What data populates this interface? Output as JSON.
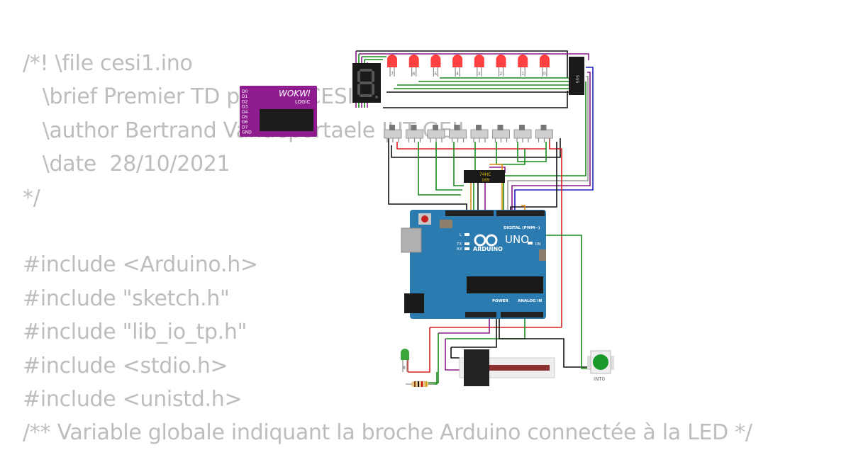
{
  "code_lines": [
    "/*! \\file cesi1.ino",
    "   \\brief Premier TD pour le CESI",
    "   \\author Bertrand Vandeportaele IUT GEII",
    "   \\date  28/10/2021",
    "*/",
    "",
    "#include <Arduino.h>",
    "#include \"sketch.h\"",
    "#include \"lib_io_tp.h\"",
    "#include <stdio.h>",
    "#include <unistd.h>",
    "/** Variable globale indiquant la broche Arduino connectée à la LED */"
  ],
  "logic_analyzer": {
    "brand": "WOKWI",
    "sub": "LOGIC",
    "pins": [
      "D0",
      "D1",
      "D2",
      "D3",
      "D4",
      "D5",
      "D6",
      "D7",
      "GND"
    ]
  },
  "led_labels": [
    "7",
    "6",
    "5",
    "4",
    "3",
    "2",
    "1",
    "0"
  ],
  "shift_register_out": {
    "label": "595"
  },
  "shift_register_in": {
    "label_top": "74HC",
    "label_bottom": "165"
  },
  "arduino": {
    "logo": "ARDUINO",
    "model": "UNO",
    "digital": "DIGITAL (PWM~)",
    "power": "POWER",
    "analog": "ANALOG IN",
    "on": "ON",
    "tx": "TX",
    "rx": "RX",
    "l": "L"
  },
  "bottom_led_label": "8",
  "button_label": "INT0",
  "colors": {
    "code_text": "#bdbdbd",
    "board_blue": "#2b7bb0",
    "logic_purple": "#8e1c8e",
    "led_red": "#ff4040",
    "led_green": "#3aa53a",
    "wire_red": "#d62020",
    "wire_green": "#1c8a1c",
    "wire_black": "#111111",
    "wire_purple": "#8a1a8a",
    "wire_blue": "#2020c0",
    "wire_gray": "#9a9a9a",
    "wire_orange": "#e08a10"
  }
}
